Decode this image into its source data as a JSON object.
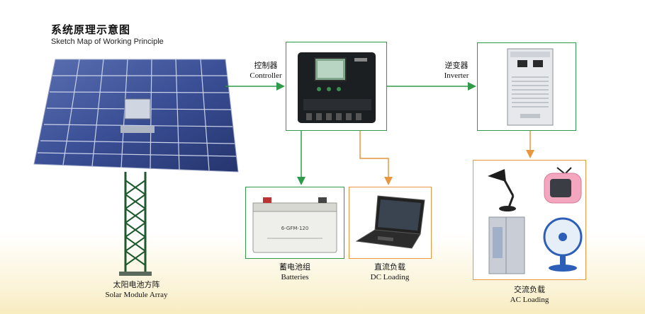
{
  "title": {
    "cn": "系统原理示意图",
    "en": "Sketch Map of Working Principle"
  },
  "solar": {
    "cn": "太阳电池方阵",
    "en": "Solar Module Array"
  },
  "controller": {
    "cn": "控制器",
    "en": "Controller"
  },
  "inverter": {
    "cn": "逆变器",
    "en": "Inverter"
  },
  "batteries": {
    "cn": "蓄电池组",
    "en": "Batteries",
    "model": "6-GFM-120"
  },
  "dc_loading": {
    "cn": "直流负载",
    "en": "DC Loading"
  },
  "ac_loading": {
    "cn": "交流负载",
    "en": "AC Loading"
  },
  "colors": {
    "green": "#2f9a4a",
    "orange": "#e8963f"
  }
}
